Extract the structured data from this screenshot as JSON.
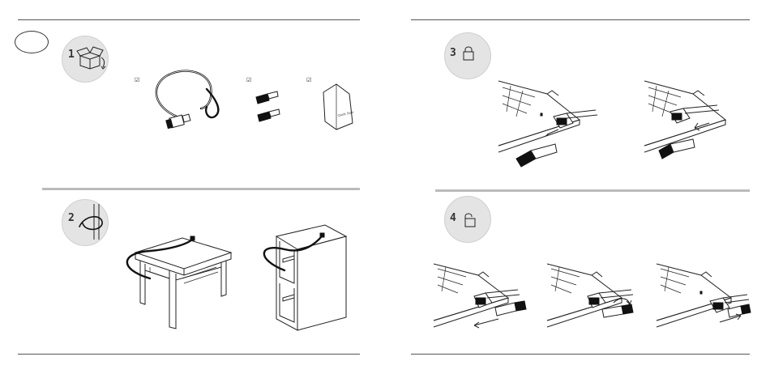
{
  "language_badge": "",
  "steps": {
    "s1": {
      "number": "1"
    },
    "s2": {
      "number": "2"
    },
    "s3": {
      "number": "3"
    },
    "s4": {
      "number": "4"
    }
  },
  "contents": {
    "check_mark": "☑",
    "booklet_text": "Quick Start"
  },
  "icons": [
    "open-box-icon",
    "locked-padlock-icon",
    "unlocked-padlock-icon",
    "check-box-icon"
  ]
}
